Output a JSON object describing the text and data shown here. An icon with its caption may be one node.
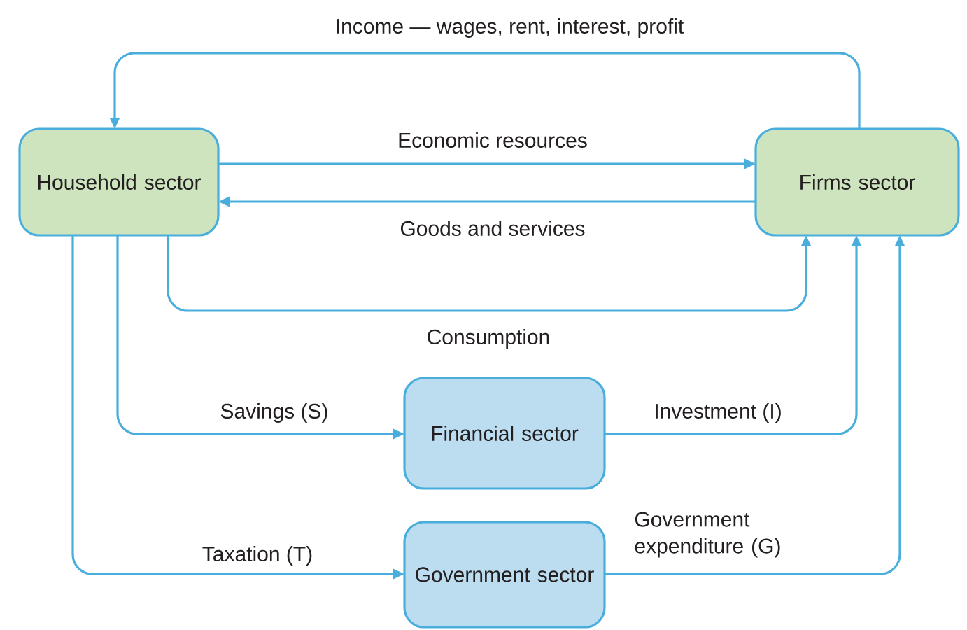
{
  "diagram": {
    "nodes": [
      {
        "text": [
          "Household sector"
        ]
      },
      {
        "text": [
          "Firms sector"
        ]
      },
      {
        "text": [
          "Financial sector"
        ]
      },
      {
        "text": [
          "Government sector"
        ]
      }
    ],
    "edges": [
      {
        "from": 1,
        "to": 0,
        "arrow": "to",
        "label": "Income — wages, rent, interest, profit"
      },
      {
        "from": 0,
        "to": 1,
        "arrow": "to",
        "label": "Economic resources"
      },
      {
        "from": 1,
        "to": 0,
        "arrow": "to",
        "label": "Goods and services"
      },
      {
        "from": 0,
        "to": 1,
        "arrow": "to",
        "label": "Consumption"
      },
      {
        "from": 0,
        "to": 2,
        "arrow": "to",
        "label": "Savings (S)"
      },
      {
        "from": 0,
        "to": 3,
        "arrow": "to",
        "label": "Taxation (T)"
      },
      {
        "from": 2,
        "to": 1,
        "arrow": "to",
        "label": "Investment (I)"
      },
      {
        "from": 3,
        "to": 1,
        "arrow": "to",
        "label": "Government expenditure (G)"
      }
    ]
  }
}
